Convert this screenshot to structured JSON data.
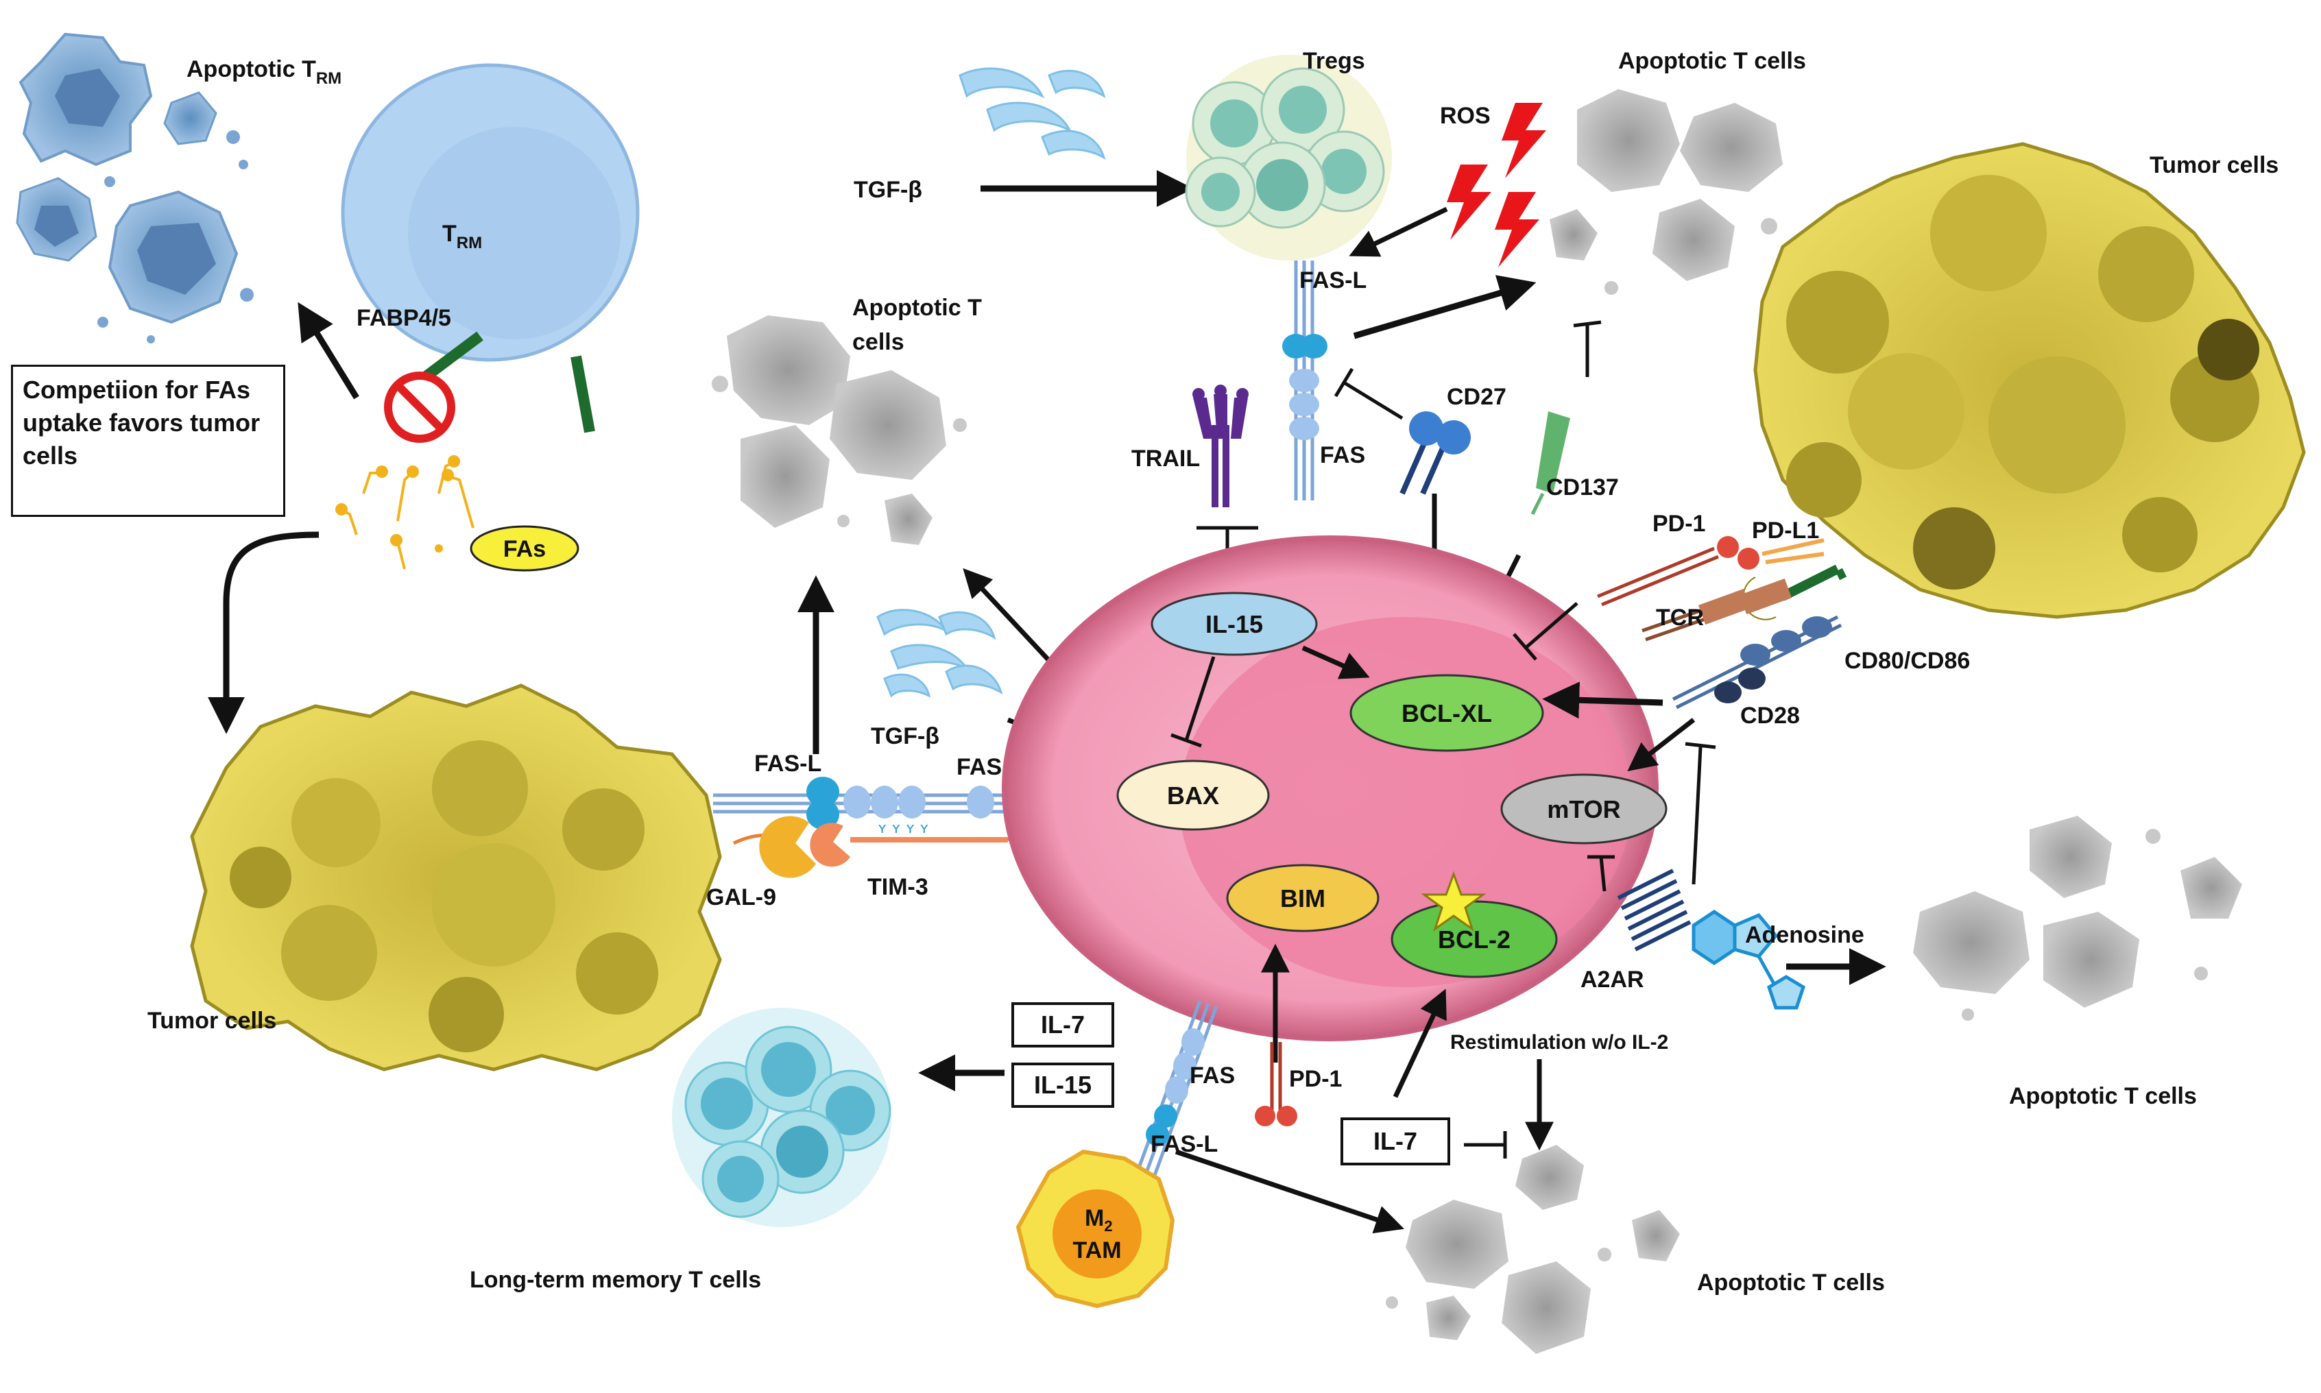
{
  "labels": {
    "apoptotic_trm_base": "Apoptotic T",
    "apoptotic_trm_sub": "RM",
    "trm_base": "T",
    "trm_sub": "RM",
    "fabp": "FABP4/5",
    "competition": "Competiion for FAs uptake favors tumor cells",
    "fas_blob": "FAs",
    "tgf_top": "TGF-β",
    "tregs": "Tregs",
    "ros": "ROS",
    "apoptotic_top": "Apoptotic T cells",
    "tumor_right": "Tumor cells",
    "fasl_top": "FAS-L",
    "fas_top": "FAS",
    "trail": "TRAIL",
    "cd27": "CD27",
    "cd137": "CD137",
    "apoptotic_mid_line1": "Apoptotic T",
    "apoptotic_mid_line2": "cells",
    "pd1_right": "PD-1",
    "pdl1": "PD-L1",
    "tcr": "TCR",
    "cd80": "CD80/CD86",
    "cd28": "CD28",
    "tgf_mid": "TGF-β",
    "fasl_left": "FAS-L",
    "fas_left": "FAS",
    "gal9": "GAL-9",
    "tim3": "TIM-3",
    "tumor_left": "Tumor cells",
    "adenosine": "Adenosine",
    "a2ar": "A2AR",
    "apoptotic_right": "Apoptotic T cells",
    "restim": "Restimulation w/o IL-2",
    "fas_bottom": "FAS",
    "fasl_bottom": "FAS-L",
    "pd1_bottom": "PD-1",
    "m2_base": "M",
    "m2_sub": "2",
    "tam": "TAM",
    "memory": "Long-term memory T cells",
    "apoptotic_bottom": "Apoptotic T cells"
  },
  "nodes": {
    "il15": "IL-15",
    "bcl_xl": "BCL-XL",
    "bax": "BAX",
    "mtor": "mTOR",
    "bim": "BIM",
    "bcl2": "BCL-2"
  },
  "boxes": {
    "il7_a": "IL-7",
    "il15_a": "IL-15",
    "il7_b": "IL-7"
  },
  "colors": {
    "cell_pink": "#f5a3bd",
    "nucleus_pink": "#ee7fa3",
    "tumor_yellow": "#d9c94a",
    "apoptotic_gray": "#b7b7b7",
    "trm_blue": "#b3d3f2",
    "bclxl_green": "#7fd35a",
    "bcl2_green": "#5fc447",
    "mtor_gray": "#bdbdbd",
    "bim_yellow": "#f3c94b",
    "bax_cream": "#fbf0cf",
    "il15_blue": "#a9d4ee"
  }
}
